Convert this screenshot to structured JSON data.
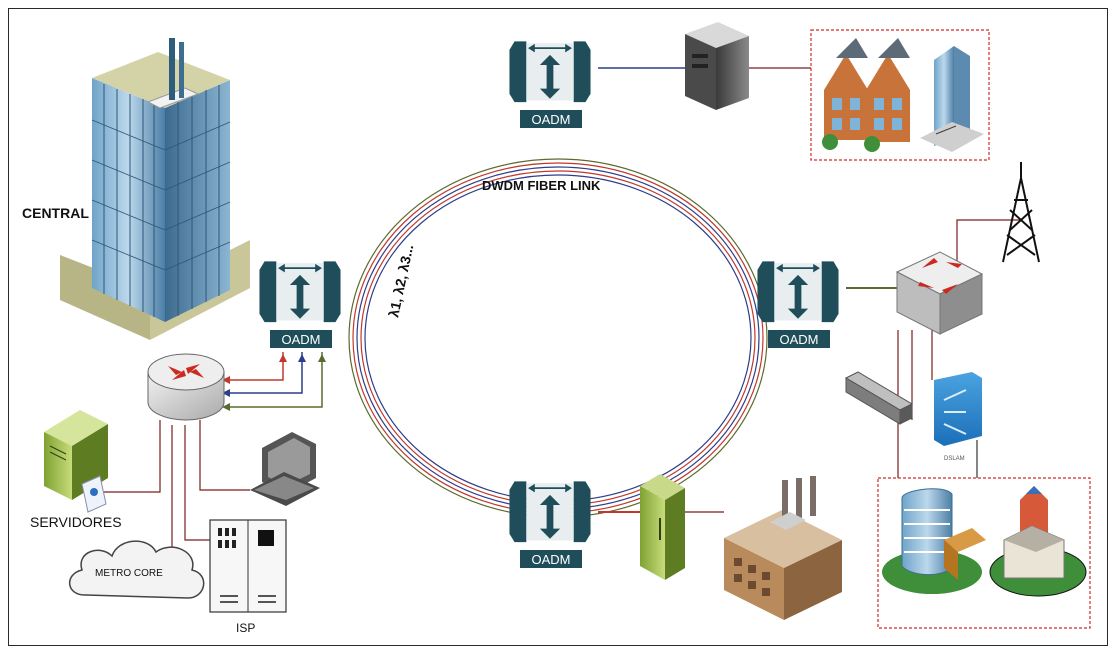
{
  "diagram": {
    "central_label": "CENTRAL",
    "ring_label": "DWDM FIBER LINK",
    "wavelength_label": "λ1, λ2, λ3...",
    "oadm_labels": [
      "OADM",
      "OADM",
      "OADM",
      "OADM"
    ],
    "servers_label": "SERVIDORES",
    "metro_core_label": "METRO CORE",
    "isp_label": "ISP",
    "dslam_label": "DSLAM"
  },
  "colors": {
    "oadm_body": "#1f4e5a",
    "fiber_red": "#c0392b",
    "fiber_blue": "#2c3e8c",
    "fiber_green": "#5a6b2f",
    "link_dark_red": "#7a1f1f",
    "group_border": "#d42a2a"
  },
  "icons": [
    "building-icon",
    "router-icon",
    "server-icon",
    "cloud-icon",
    "isp-rack-icon",
    "computer-icon",
    "oadm-icon",
    "cabinet-icon",
    "houses-icon",
    "tower-icon",
    "switch-icon",
    "hub-icon",
    "dslam-icon",
    "factory-icon",
    "office-icon",
    "church-icon"
  ]
}
